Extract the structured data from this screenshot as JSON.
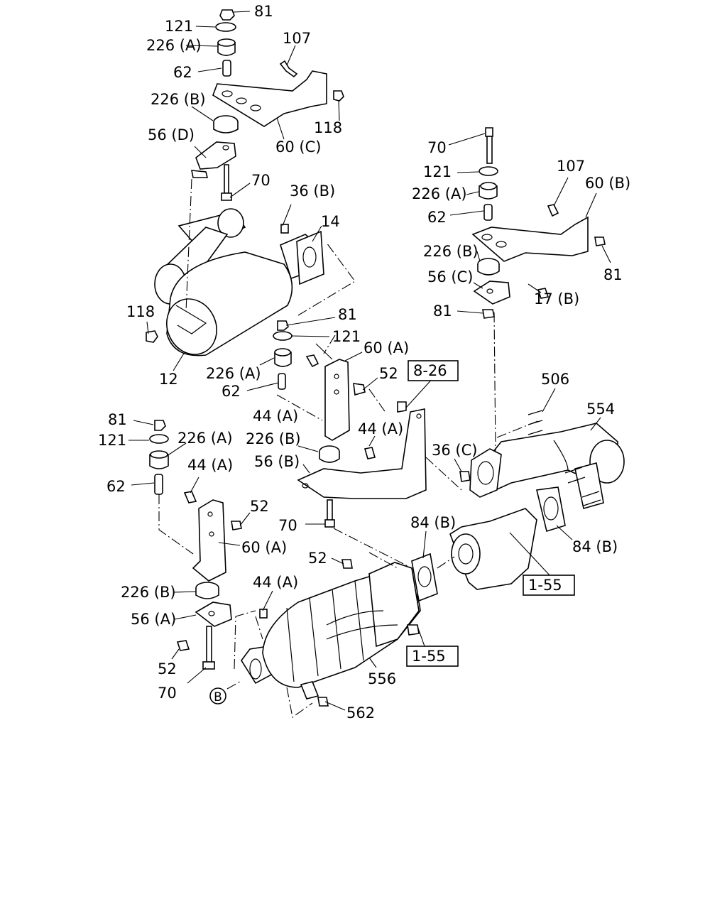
{
  "callouts": [
    "81",
    "121",
    "226 (A)",
    "62",
    "107",
    "226 (B)",
    "118",
    "60 (C)",
    "56 (D)",
    "70",
    "36 (B)",
    "14",
    "118",
    "12",
    "81",
    "121",
    "226 (A)",
    "62",
    "60 (A)",
    "44 (A)",
    "52",
    "70",
    "121",
    "226 (A)",
    "62",
    "107",
    "60 (B)",
    "226 (B)",
    "81",
    "56 (C)",
    "17 (B)",
    "81",
    "506",
    "554",
    "81",
    "121",
    "226 (A)",
    "62",
    "44 (A)",
    "226 (B)",
    "56 (B)",
    "44 (A)",
    "52",
    "60 (A)",
    "36 (C)",
    "70",
    "84 (B)",
    "84 (B)",
    "52",
    "44 (A)",
    "226 (B)",
    "56 (A)",
    "52",
    "70",
    "556",
    "562"
  ],
  "refs": [
    "8-26",
    "1-55",
    "1-55"
  ],
  "circle_label": "B"
}
